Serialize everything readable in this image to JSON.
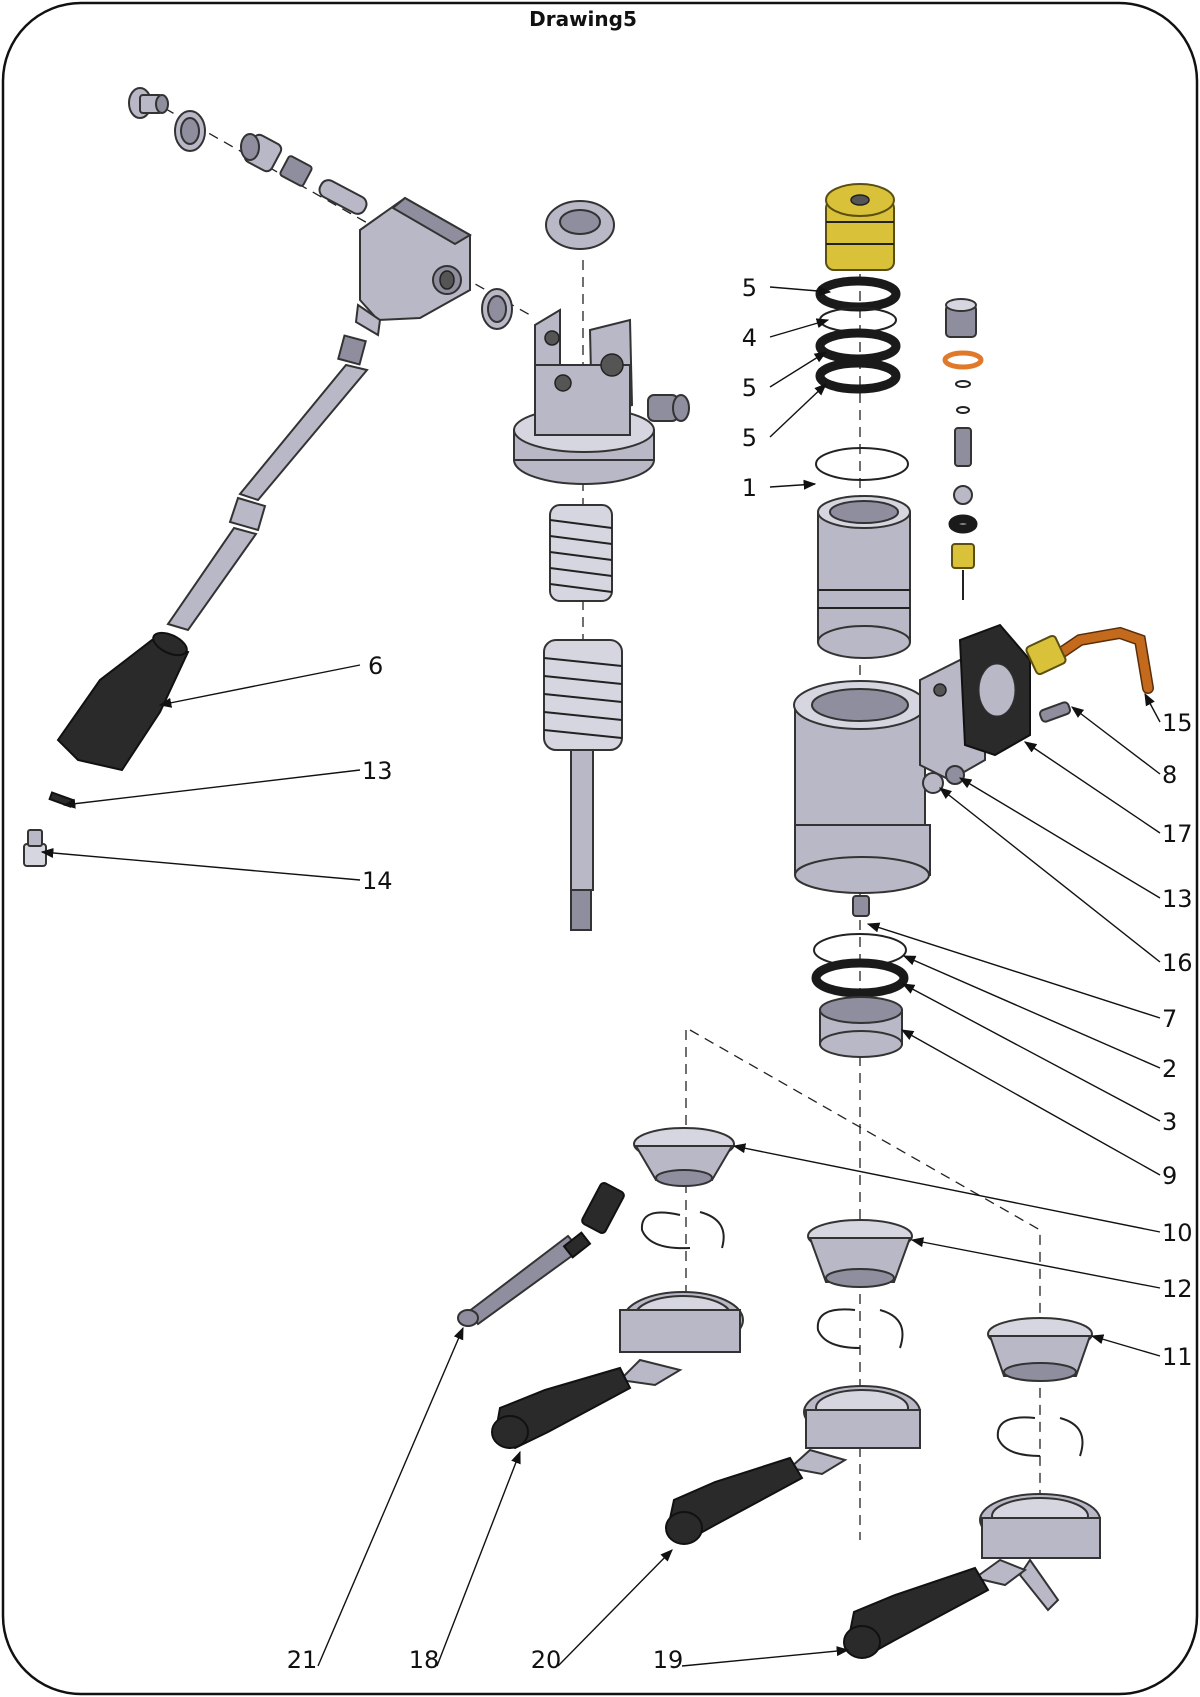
{
  "drawing": {
    "title": "Drawing5"
  },
  "callouts": [
    {
      "id": "c5a",
      "label": "5"
    },
    {
      "id": "c4",
      "label": "4"
    },
    {
      "id": "c5b",
      "label": "5"
    },
    {
      "id": "c5c",
      "label": "5"
    },
    {
      "id": "c1",
      "label": "1"
    },
    {
      "id": "c6",
      "label": "6"
    },
    {
      "id": "c13a",
      "label": "13"
    },
    {
      "id": "c14",
      "label": "14"
    },
    {
      "id": "c15",
      "label": "15"
    },
    {
      "id": "c8",
      "label": "8"
    },
    {
      "id": "c17",
      "label": "17"
    },
    {
      "id": "c13b",
      "label": "13"
    },
    {
      "id": "c16",
      "label": "16"
    },
    {
      "id": "c7",
      "label": "7"
    },
    {
      "id": "c2",
      "label": "2"
    },
    {
      "id": "c3",
      "label": "3"
    },
    {
      "id": "c9",
      "label": "9"
    },
    {
      "id": "c10",
      "label": "10"
    },
    {
      "id": "c12",
      "label": "12"
    },
    {
      "id": "c11",
      "label": "11"
    },
    {
      "id": "c21",
      "label": "21"
    },
    {
      "id": "c18",
      "label": "18"
    },
    {
      "id": "c20",
      "label": "20"
    },
    {
      "id": "c19",
      "label": "19"
    }
  ],
  "colors": {
    "metal": "#b8b8c6",
    "rubber": "#2a2a2a",
    "brass": "#d9c23a",
    "copper": "#c46a1c",
    "seal_ring": "#e07a2a"
  }
}
